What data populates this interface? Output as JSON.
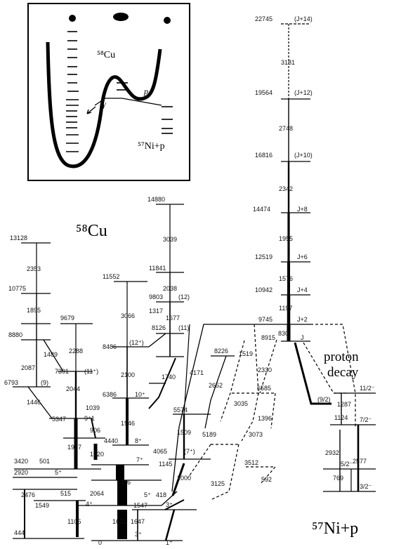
{
  "headings": {
    "cu58": "⁵⁸Cu",
    "ni57p": "⁵⁷Ni+p",
    "proton": "proton",
    "decay": "decay"
  },
  "inset": {
    "cu58": "⁵⁸Cu",
    "ni57p": "⁵⁷Ni+p",
    "p": "p",
    "gamma": "γ"
  },
  "energies": {
    "e22745": "22745",
    "e19564": "19564",
    "e16816": "16816",
    "e14474": "14474",
    "e12519": "12519",
    "e10942": "10942",
    "e9745": "9745",
    "e8915": "8915",
    "e14880": "14880",
    "e11841": "11841",
    "e9803": "9803",
    "e8126": "8126",
    "e11552": "11552",
    "e8486": "8486",
    "e6386": "6386",
    "e4440": "4440",
    "e13128": "13128",
    "e10775": "10775",
    "e8880": "8880",
    "e6793": "6793",
    "e9679": "9679",
    "e7391": "7391",
    "e5347": "5347",
    "e8226": "8226",
    "e6585": "6585",
    "e5574": "5574",
    "e5189": "5189",
    "e4065": "4065",
    "e3420": "3420",
    "e2920": "2920",
    "e1549": "1549",
    "e2064": "2064",
    "e1547": "1547",
    "e444": "444",
    "e0": "0",
    "e3512": "3512",
    "e3073": "3073",
    "e3125": "3125",
    "e2932": "2932",
    "e2577": "2577",
    "e1287": "1287",
    "e1124": "1124",
    "e769": "769"
  },
  "gammas": {
    "g3181": "3181",
    "g2748": "2748",
    "g2342": "2342",
    "g1955": "1955",
    "g1576": "1576",
    "g1197": "1197",
    "g830": "830",
    "g3039": "3039",
    "g2038": "2038",
    "g1677": "1677",
    "g1317": "1317",
    "g1740": "1740",
    "g1509": "1509",
    "g1145": "1145",
    "g2000": "2000",
    "g3066": "3066",
    "g2100": "2100",
    "g1946": "1946",
    "g2353": "2353",
    "g1895": "1895",
    "g1489": "1489",
    "g2087": "2087",
    "g1446": "1446",
    "g2288": "2288",
    "g2044": "2044",
    "g1039": "1039",
    "g906": "906",
    "g1927": "1927",
    "g1020": "1020",
    "g501": "501",
    "g2476": "2476",
    "g515": "515",
    "g1105": "1105",
    "g1356": "1356",
    "g1621": "1621",
    "g1647": "1647",
    "g418": "418",
    "g4171": "4171",
    "g2652": "2652",
    "g1519": "1519",
    "g3035": "3035",
    "g2330": "2330",
    "g1396": "1396",
    "g592": "592"
  },
  "spins": {
    "sJ14": "(J+14)",
    "sJ12": "(J+12)",
    "sJ10": "(J+10)",
    "sJ8": "J+8",
    "sJ6": "J+6",
    "sJ4": "J+4",
    "sJ2": "J+2",
    "sJ": "J",
    "s12": "(12)",
    "s11": "(11)",
    "s12p": "(12⁺)",
    "s10p": "10⁺",
    "s8p": "8⁺",
    "s11p": "(11⁺)",
    "s9": "(9)",
    "s9p1": "9⁺1",
    "s7pp": "(7⁺)",
    "s7p": "7⁺",
    "s5p": "5⁺",
    "s5p2": "5⁺",
    "s4p": "4⁺",
    "s3p": "3⁺",
    "s3p2": "3⁺",
    "s1p": "1⁺",
    "s112": "11/2⁻",
    "s72": "7/2⁻",
    "s92": "(9/2)",
    "s52": "5/2⁻",
    "s32": "3/2⁻"
  },
  "colors": {
    "ink": "#000000",
    "paper": "#ffffff"
  }
}
